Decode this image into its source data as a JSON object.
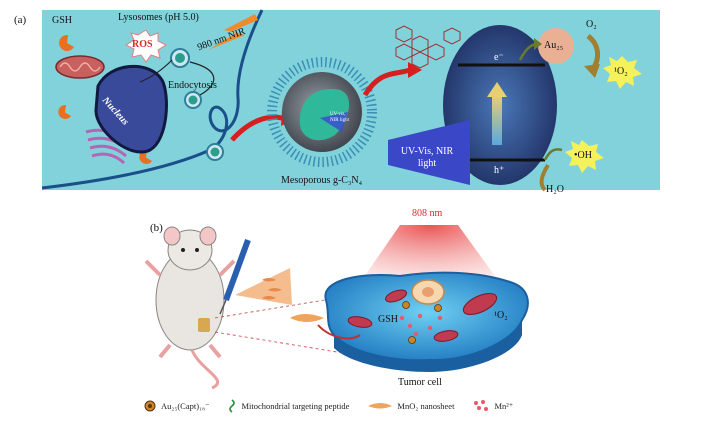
{
  "panel_a": {
    "tag": "(a)",
    "gsh": "GSH",
    "lysosomes": "Lysosomes (pH 5.0)",
    "ros": "ROS",
    "nir": "980 nm NIR",
    "nucleus": "Nucleus",
    "endocytosis": "Endocytosis",
    "mesoporous": "Mesoporous g-C₃N₄",
    "uvvis_core": "UV-vis, NIR light",
    "electron": "e⁻",
    "hole": "h⁺",
    "au25": "Au₂₅",
    "o2": "O₂",
    "singlet_o2": "¹O₂",
    "oh": "•OH",
    "h2o": "H₂O",
    "uvvis_light": "UV-Vis, NIR light"
  },
  "panel_b": {
    "tag": "(b)",
    "laser": "808 nm",
    "gsh": "GSH",
    "singlet_o2": "¹O₂",
    "tumor_cell": "Tumor cell"
  },
  "legend": {
    "au25_capt": "Au₂₅(Capt)₁₈⁻",
    "peptide": "Mitochondrial targeting peptide",
    "mno2": "MnO₂ nanosheet",
    "mn2": "Mn²⁺"
  },
  "colors": {
    "panel_a_bg": "#7fd3dc",
    "membrane": "#1a4f8a",
    "ellipse_fill": "#2d3f7a",
    "au25_ball": "#e9a98a",
    "singlet_star": "#f4f15a",
    "laser_red": "#e84a4a",
    "tumor_blue": "#3aa5dd",
    "mno2_orange": "#f0a35a"
  }
}
